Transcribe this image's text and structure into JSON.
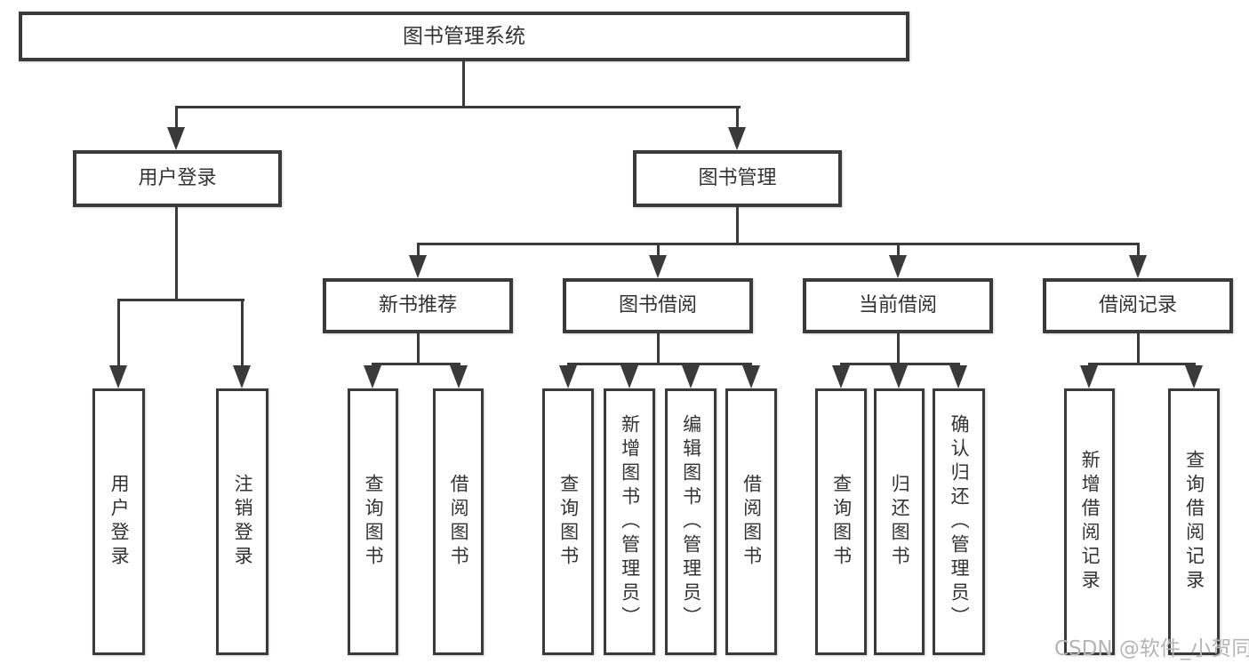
{
  "diagram": {
    "root": {
      "label": "图书管理系统"
    },
    "branches": [
      {
        "label": "用户登录",
        "children": [
          {
            "label": "用户登录"
          },
          {
            "label": "注销登录"
          }
        ]
      },
      {
        "label": "图书管理",
        "children": [
          {
            "label": "新书推荐",
            "children": [
              {
                "label": "查询图书"
              },
              {
                "label": "借阅图书"
              }
            ]
          },
          {
            "label": "图书借阅",
            "children": [
              {
                "label": "查询图书"
              },
              {
                "label": "新增图书（管理员）"
              },
              {
                "label": "编辑图书（管理员）"
              },
              {
                "label": "借阅图书"
              }
            ]
          },
          {
            "label": "当前借阅",
            "children": [
              {
                "label": "查询图书"
              },
              {
                "label": "归还图书"
              },
              {
                "label": "确认归还（管理员）"
              }
            ]
          },
          {
            "label": "借阅记录",
            "children": [
              {
                "label": "新增借阅记录"
              },
              {
                "label": "查询借阅记录"
              }
            ]
          }
        ]
      }
    ],
    "watermark": "CSDN @软件_小贺同学",
    "colors": {
      "line": "#3a3a3a",
      "text": "#333333",
      "background": "#ffffff",
      "watermark": "#b5b5b5"
    }
  }
}
